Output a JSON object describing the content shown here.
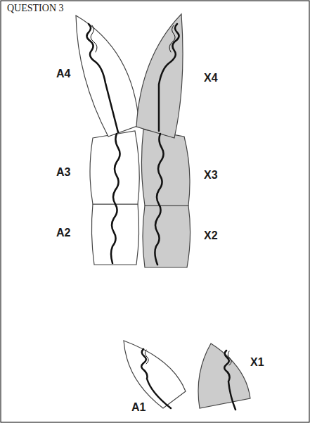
{
  "diagram": {
    "title": "QUESTION 3",
    "labels": [
      "A4",
      "X4",
      "A3",
      "X3",
      "A2",
      "X2",
      "A1",
      "X1"
    ]
  }
}
